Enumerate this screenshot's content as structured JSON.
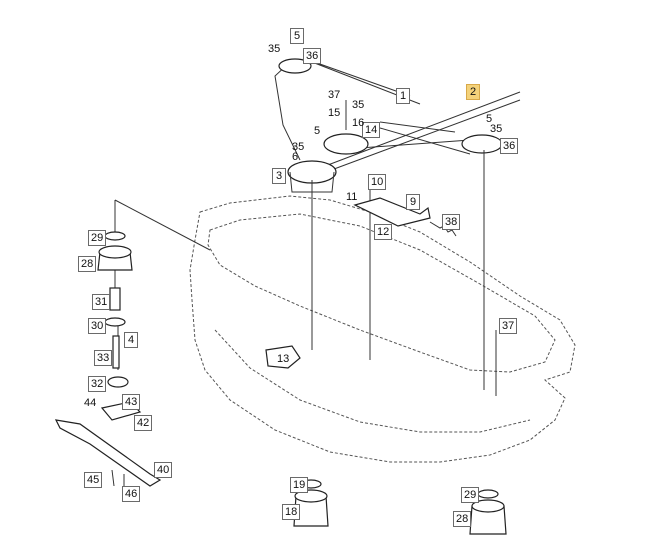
{
  "callouts": [
    {
      "id": "p5a",
      "label": "5"
    },
    {
      "id": "p36a",
      "label": "36"
    },
    {
      "id": "p1",
      "label": "1"
    },
    {
      "id": "p2",
      "label": "2"
    },
    {
      "id": "p36b",
      "label": "36"
    },
    {
      "id": "p14",
      "label": "14"
    },
    {
      "id": "p3",
      "label": "3"
    },
    {
      "id": "p10",
      "label": "10"
    },
    {
      "id": "p9",
      "label": "9"
    },
    {
      "id": "p38",
      "label": "38"
    },
    {
      "id": "p12",
      "label": "12"
    },
    {
      "id": "p29a",
      "label": "29"
    },
    {
      "id": "p28a",
      "label": "28"
    },
    {
      "id": "p31",
      "label": "31"
    },
    {
      "id": "p30",
      "label": "30"
    },
    {
      "id": "p4",
      "label": "4"
    },
    {
      "id": "p33",
      "label": "33"
    },
    {
      "id": "p32",
      "label": "32"
    },
    {
      "id": "p43",
      "label": "43"
    },
    {
      "id": "p42",
      "label": "42"
    },
    {
      "id": "p37b",
      "label": "37"
    },
    {
      "id": "p40",
      "label": "40"
    },
    {
      "id": "p45",
      "label": "45"
    },
    {
      "id": "p46",
      "label": "46"
    },
    {
      "id": "p19",
      "label": "19"
    },
    {
      "id": "p18",
      "label": "18"
    },
    {
      "id": "p29b",
      "label": "29"
    },
    {
      "id": "p28b",
      "label": "28"
    }
  ],
  "plain_labels": [
    {
      "id": "t35a",
      "label": "35"
    },
    {
      "id": "t37a",
      "label": "37"
    },
    {
      "id": "t35b",
      "label": "35"
    },
    {
      "id": "t15",
      "label": "15"
    },
    {
      "id": "t16",
      "label": "16"
    },
    {
      "id": "t5b",
      "label": "5"
    },
    {
      "id": "t35c",
      "label": "35"
    },
    {
      "id": "t6",
      "label": "6"
    },
    {
      "id": "t5c",
      "label": "5"
    },
    {
      "id": "t35d",
      "label": "35"
    },
    {
      "id": "t11",
      "label": "11"
    },
    {
      "id": "t13",
      "label": "13"
    },
    {
      "id": "t44",
      "label": "44"
    }
  ],
  "highlighted_callout": "2"
}
